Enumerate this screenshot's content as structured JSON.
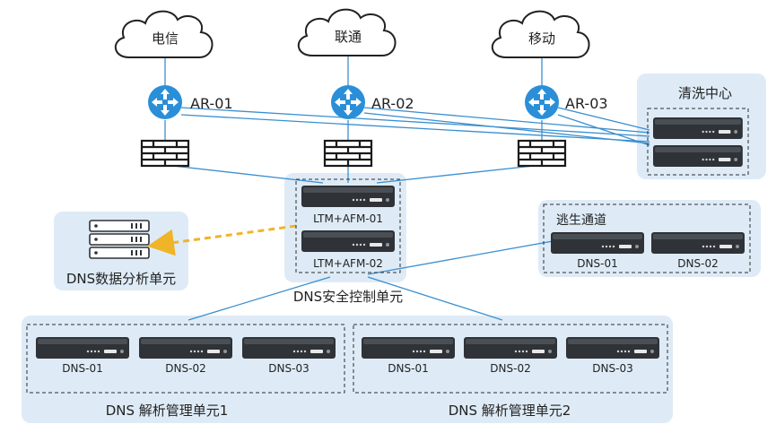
{
  "isps": [
    {
      "name": "电信",
      "router": "AR-01"
    },
    {
      "name": "联通",
      "router": "AR-02"
    },
    {
      "name": "移动",
      "router": "AR-03"
    }
  ],
  "scrubbing_center": {
    "title": "清洗中心"
  },
  "security_unit": {
    "title": "DNS安全控制单元",
    "devices": [
      "LTM+AFM-01",
      "LTM+AFM-02"
    ]
  },
  "analysis_unit": {
    "title": "DNS数据分析单元"
  },
  "escape_channel": {
    "title": "逃生通道",
    "servers": [
      "DNS-01",
      "DNS-02"
    ]
  },
  "resolution_units": [
    {
      "title": "DNS 解析管理单元1",
      "servers": [
        "DNS-01",
        "DNS-02",
        "DNS-03"
      ]
    },
    {
      "title": "DNS 解析管理单元2",
      "servers": [
        "DNS-01",
        "DNS-02",
        "DNS-03"
      ]
    }
  ],
  "colors": {
    "router": "#2a8fd8",
    "panel": "#deebf7",
    "line": "#3a8fd0",
    "dashed_arrow": "#f0b429",
    "server_body": "#2f3237"
  }
}
